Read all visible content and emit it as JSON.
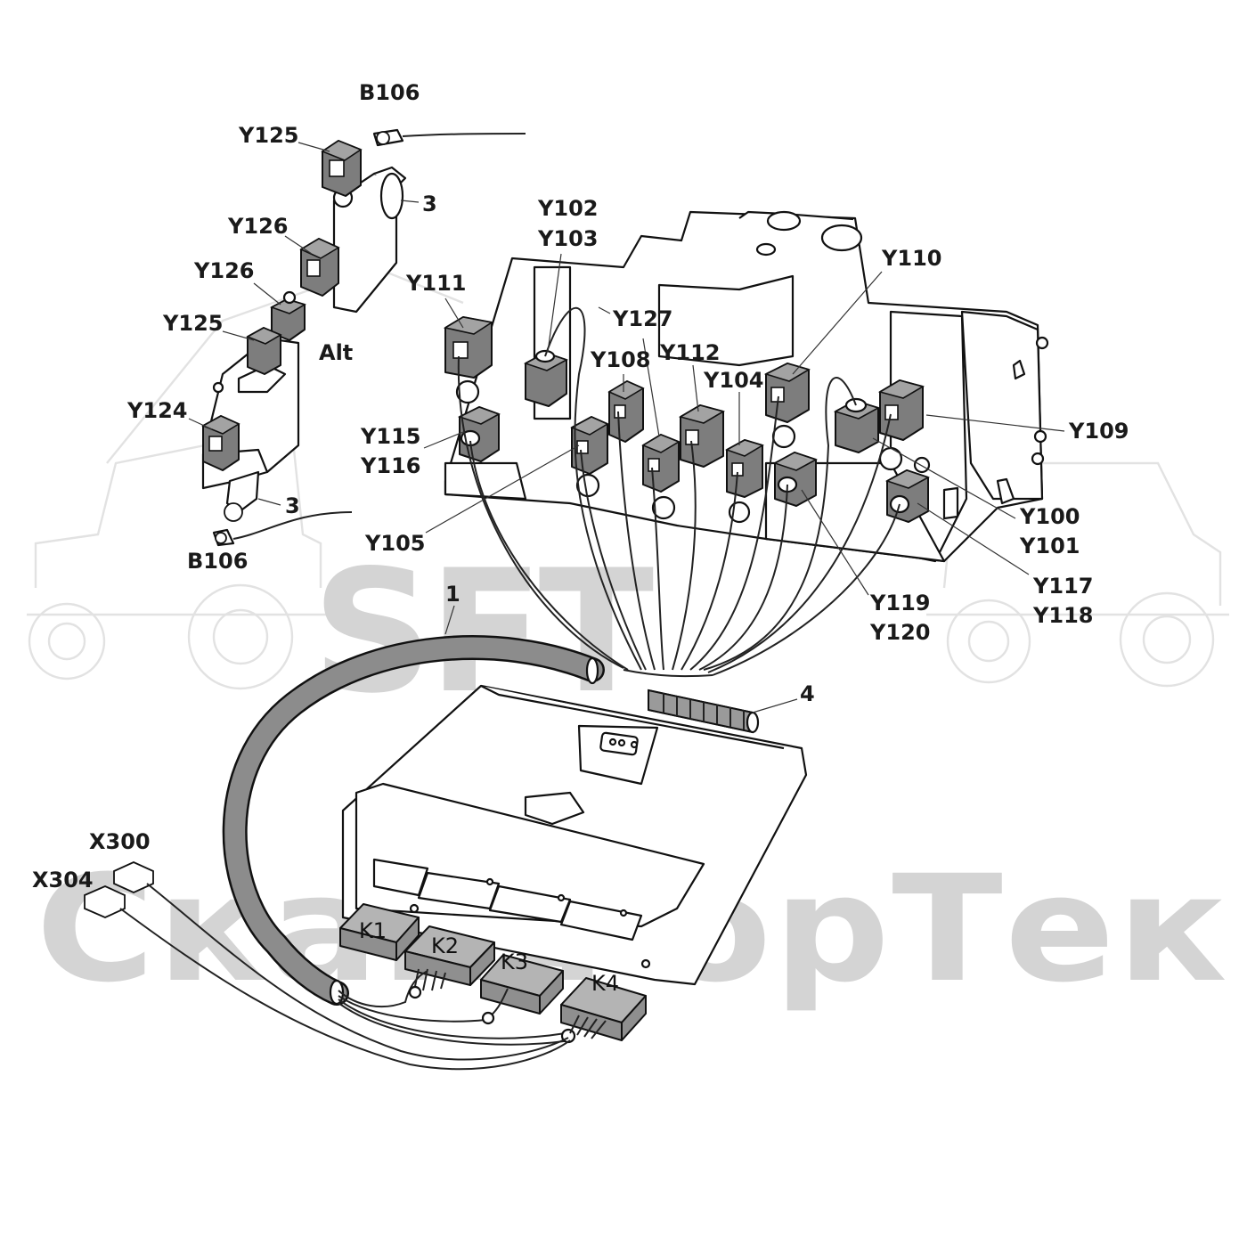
{
  "labels": {
    "b106_top": "B106",
    "y125_top": "Y125",
    "three_top": "3",
    "y126_top": "Y126",
    "y126_alt": "Y126",
    "y125_alt": "Y125",
    "alt": "Alt",
    "y124": "Y124",
    "three_bottom": "3",
    "b106_bottom": "B106",
    "y102": "Y102",
    "y103": "Y103",
    "y111": "Y111",
    "y127": "Y127",
    "y108": "Y108",
    "y112": "Y112",
    "y104": "Y104",
    "y110": "Y110",
    "y109": "Y109",
    "y115": "Y115",
    "y116": "Y116",
    "y105": "Y105",
    "y100": "Y100",
    "y101": "Y101",
    "y117": "Y117",
    "y118": "Y118",
    "y119": "Y119",
    "y120": "Y120",
    "item_1": "1",
    "item_4": "4",
    "x300": "X300",
    "x304": "X304",
    "k1": "K1",
    "k2": "K2",
    "k3": "K3",
    "k4": "K4"
  },
  "watermark": {
    "logo": "SFT",
    "text": "СкайФорТек"
  },
  "colors": {
    "coil": "#7d7d7d",
    "harness": "#8c8c8c",
    "watermark": "#d4d4d4",
    "line": "#111111"
  }
}
